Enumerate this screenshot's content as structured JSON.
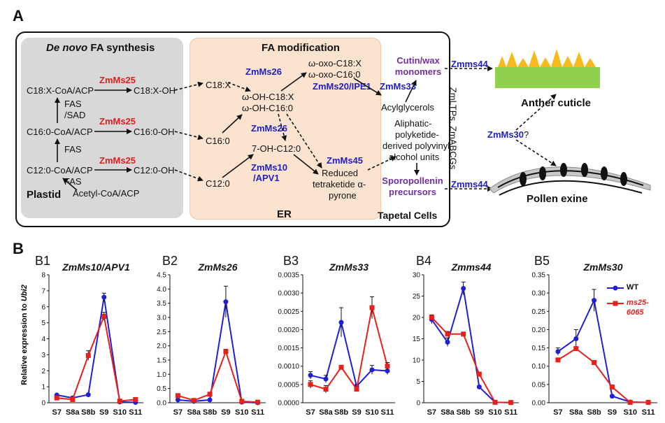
{
  "panel_a": {
    "letter": "A",
    "denovo_title_italic": "De novo",
    "denovo_title_rest": "FA synthesis",
    "plastid_label": "Plastid",
    "fa_mod_title": "FA modification",
    "er_label": "ER",
    "tapetal_label": "Tapetal Cells",
    "vertical_label": "ZmLTPs, ZmABCGs",
    "anther_cuticle": "Anther cuticle",
    "pollen_exine": "Pollen exine",
    "nodes": {
      "c18x_coa": "C18:X-CoA/ACP",
      "c18x_oh": "C18:X-OH",
      "fas_sad_1": "FAS",
      "fas_sad_2": "/SAD",
      "c160_coa": "C16:0-CoA/ACP",
      "c160_oh": "C16:0-OH",
      "fas_mid": "FAS",
      "c120_coa": "C12:0-CoA/ACP",
      "c120_oh": "C12:0-OH",
      "fas_low": "FAS",
      "acetyl": "Acetyl-CoA/ACP",
      "c18x": "C18:X",
      "c160": "C16:0",
      "c120": "C12:0",
      "omega_oh_1": "ω-OH-C18:X",
      "omega_oh_2": "ω-OH-C16:0",
      "omega_oxo_1": "ω-oxo-C18:X",
      "omega_oxo_2": "ω-oxo-C16:0",
      "hydroxy_c12": "7-OH-C12:0",
      "reduced_1": "Reduced",
      "reduced_2": "tetraketide α-",
      "reduced_3": "pyrone",
      "acylglycerols": "Acylglycerols",
      "aliphatic_1": "Aliphatic-",
      "aliphatic_2": "polyketide-",
      "aliphatic_3": "derived polyvinyl",
      "aliphatic_4": "alcohol units"
    },
    "genes": {
      "zmms25_a": "ZmMs25",
      "zmms25_b": "ZmMs25",
      "zmms25_c": "ZmMs25",
      "zmms26_a": "ZmMs26",
      "zmms26_b": "ZmMs26",
      "zmms20": "ZmMs20/IPE1",
      "zmms33": "ZmMs33",
      "zmms10_1": "ZmMs10",
      "zmms10_2": "/APV1",
      "zmms45": "ZmMs45",
      "zmms44_a": "Zmms44",
      "zmms44_b": "Zmms44",
      "zmms30": "ZmMs30",
      "zmms30_q": "?"
    },
    "purple": {
      "cutin": "Cutin/wax monomers",
      "sporo": "Sporopollenin precursors"
    }
  },
  "panel_b": {
    "letter": "B",
    "ylabel": "Relative expression to ",
    "ylabel_gene": "Ubi2",
    "legend": {
      "wt": "WT",
      "mut_1": "ms25-",
      "mut_2": "6065"
    },
    "colors": {
      "wt": "#1f1fd6",
      "mut": "#e8201a"
    }
  },
  "chart_data": [
    {
      "type": "line",
      "panel": "B1",
      "title": "ZmMs10/APV1",
      "categories": [
        "S7",
        "S8a",
        "S8b",
        "S9",
        "S10",
        "S11"
      ],
      "ylim": [
        0,
        8
      ],
      "yticks": [
        "0",
        "1",
        "2",
        "3",
        "4",
        "5",
        "6",
        "7",
        "8"
      ],
      "series": [
        {
          "name": "WT",
          "values": [
            0.48,
            0.3,
            0.5,
            6.6,
            0.05,
            0.02
          ],
          "errors": [
            0.05,
            0.05,
            0.05,
            0.25,
            0.03,
            0.03
          ]
        },
        {
          "name": "ms25-6065",
          "values": [
            0.3,
            0.2,
            2.95,
            5.4,
            0.1,
            0.2
          ],
          "errors": [
            0.05,
            0.05,
            0.3,
            0.25,
            0.03,
            0.03
          ]
        }
      ]
    },
    {
      "type": "line",
      "panel": "B2",
      "title": "ZmMs26",
      "categories": [
        "S7",
        "S8a",
        "S8b",
        "S9",
        "S10",
        "S11"
      ],
      "ylim": [
        0,
        4.5
      ],
      "yticks": [
        "0.0",
        "0.5",
        "1.0",
        "1.5",
        "2.0",
        "2.5",
        "3.0",
        "3.5",
        "4.0",
        "4.5"
      ],
      "series": [
        {
          "name": "WT",
          "values": [
            0.1,
            0.05,
            0.1,
            3.55,
            0.02,
            0.0
          ],
          "errors": [
            0.02,
            0.02,
            0.02,
            0.55,
            0.02,
            0.02
          ]
        },
        {
          "name": "ms25-6065",
          "values": [
            0.25,
            0.08,
            0.3,
            1.8,
            0.05,
            0.02
          ],
          "errors": [
            0.03,
            0.02,
            0.03,
            0.08,
            0.02,
            0.02
          ]
        }
      ]
    },
    {
      "type": "line",
      "panel": "B3",
      "title": "ZmMs33",
      "categories": [
        "S7",
        "S8a",
        "S8b",
        "S9",
        "S10",
        "S11"
      ],
      "ylim": [
        0,
        0.0035
      ],
      "yticks": [
        "0.0000",
        "0.0005",
        "0.0010",
        "0.0015",
        "0.0020",
        "0.0025",
        "0.0030",
        "0.0035"
      ],
      "series": [
        {
          "name": "WT",
          "values": [
            0.00075,
            0.00065,
            0.0022,
            0.00045,
            0.0009,
            0.00087
          ],
          "errors": [
            0.0001,
            0.0001,
            0.0004,
            5e-05,
            0.00012,
            0.0001
          ]
        },
        {
          "name": "ms25-6065",
          "values": [
            0.0005,
            0.00037,
            0.00097,
            0.00037,
            0.0026,
            0.001
          ],
          "errors": [
            0.0001,
            0.0001,
            5e-05,
            5e-05,
            0.0003,
            0.0001
          ]
        }
      ]
    },
    {
      "type": "line",
      "panel": "B4",
      "title": "Zmms44",
      "categories": [
        "S7",
        "S8a",
        "S8b",
        "S9",
        "S10",
        "S11"
      ],
      "ylim": [
        0,
        30
      ],
      "yticks": [
        "0",
        "5",
        "10",
        "15",
        "20",
        "25",
        "30"
      ],
      "series": [
        {
          "name": "WT",
          "values": [
            19.5,
            14.2,
            26.8,
            3.7,
            0.1,
            0.05
          ],
          "errors": [
            1.0,
            1.0,
            1.5,
            0.3,
            0.05,
            0.05
          ]
        },
        {
          "name": "ms25-6065",
          "values": [
            20.0,
            16.1,
            16.1,
            6.7,
            0.1,
            0.05
          ],
          "errors": [
            0.6,
            0.6,
            0.4,
            0.3,
            0.05,
            0.05
          ]
        }
      ]
    },
    {
      "type": "line",
      "panel": "B5",
      "title": "ZmMs30",
      "categories": [
        "S7",
        "S8a",
        "S8b",
        "S9",
        "S10",
        "S11"
      ],
      "ylim": [
        0,
        0.35
      ],
      "yticks": [
        "0.00",
        "0.05",
        "0.10",
        "0.15",
        "0.20",
        "0.25",
        "0.30",
        "0.35"
      ],
      "series": [
        {
          "name": "WT",
          "values": [
            0.14,
            0.175,
            0.28,
            0.018,
            0.002,
            0.001
          ],
          "errors": [
            0.01,
            0.025,
            0.03,
            0.003,
            0.002,
            0.002
          ]
        },
        {
          "name": "ms25-6065",
          "values": [
            0.117,
            0.148,
            0.11,
            0.043,
            0.001,
            0.001
          ],
          "errors": [
            0.005,
            0.005,
            0.005,
            0.005,
            0.002,
            0.002
          ]
        }
      ]
    }
  ]
}
